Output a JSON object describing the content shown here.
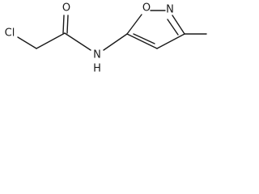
{
  "molecule": {
    "atoms": {
      "chlorine": "Cl",
      "carbonyl_oxygen": "O",
      "amide_nitrogen": "N",
      "amide_hydrogen": "H",
      "ring_oxygen": "O",
      "ring_nitrogen": "N"
    },
    "colors": {
      "bond": "#1a1a1a",
      "label": "#1a1a1a",
      "background": "#ffffff"
    }
  }
}
